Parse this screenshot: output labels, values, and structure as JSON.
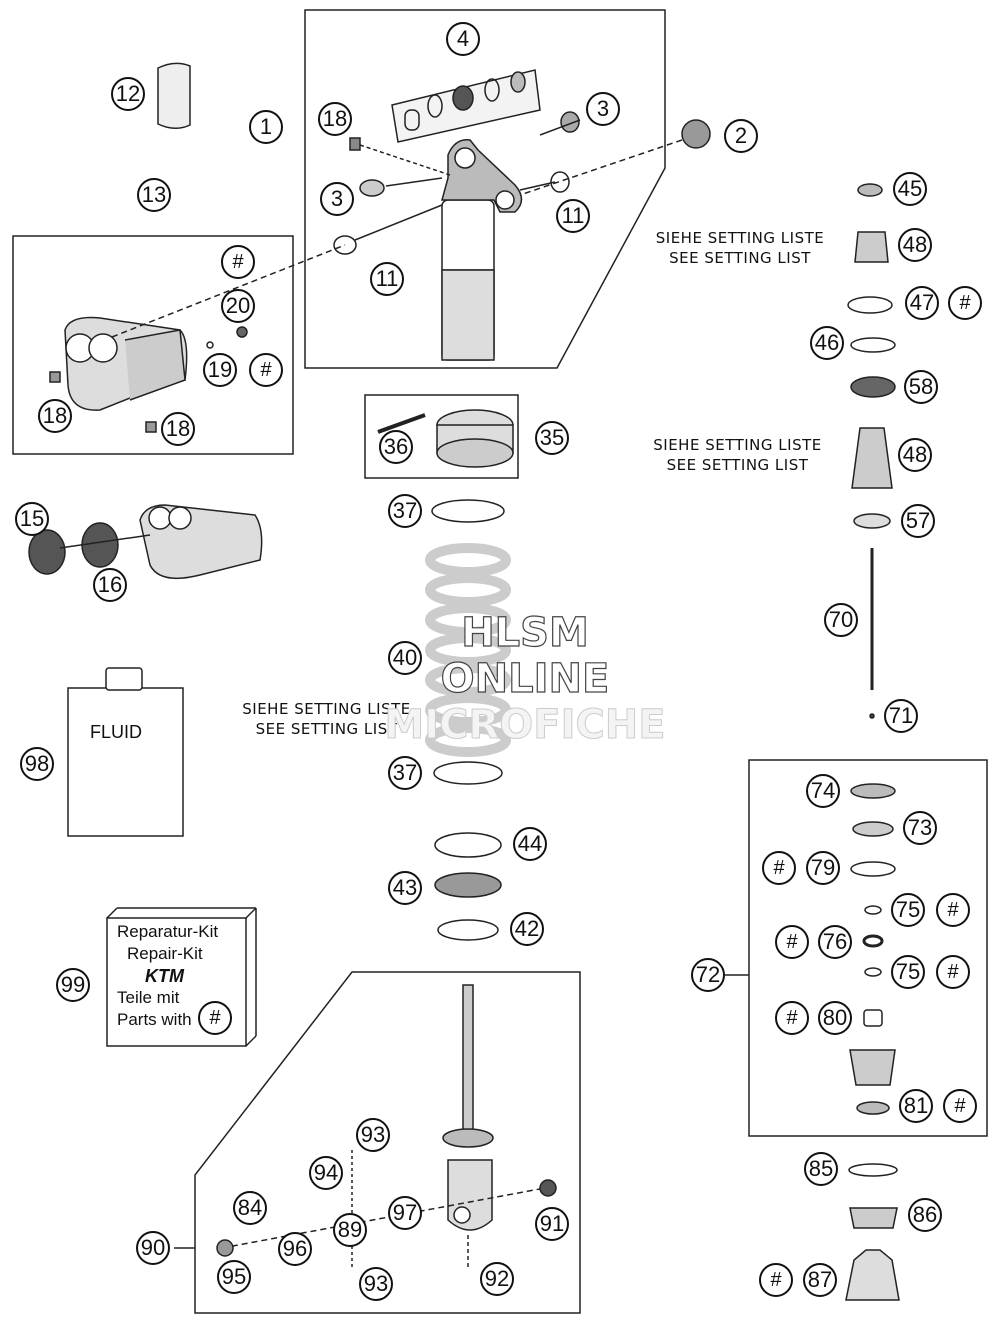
{
  "callouts": [
    {
      "text": "1"
    },
    {
      "text": "2"
    },
    {
      "text": "3"
    },
    {
      "text": "3"
    },
    {
      "text": "4"
    },
    {
      "text": "11"
    },
    {
      "text": "11"
    },
    {
      "text": "12"
    },
    {
      "text": "13"
    },
    {
      "text": "15"
    },
    {
      "text": "16"
    },
    {
      "text": "18"
    },
    {
      "text": "18"
    },
    {
      "text": "18"
    },
    {
      "text": "19"
    },
    {
      "text": "20"
    },
    {
      "text": "35"
    },
    {
      "text": "36"
    },
    {
      "text": "37"
    },
    {
      "text": "37"
    },
    {
      "text": "40"
    },
    {
      "text": "42"
    },
    {
      "text": "43"
    },
    {
      "text": "44"
    },
    {
      "text": "45"
    },
    {
      "text": "46"
    },
    {
      "text": "47"
    },
    {
      "text": "48"
    },
    {
      "text": "48"
    },
    {
      "text": "57"
    },
    {
      "text": "58"
    },
    {
      "text": "70"
    },
    {
      "text": "71"
    },
    {
      "text": "72"
    },
    {
      "text": "73"
    },
    {
      "text": "74"
    },
    {
      "text": "75"
    },
    {
      "text": "75"
    },
    {
      "text": "76"
    },
    {
      "text": "79"
    },
    {
      "text": "80"
    },
    {
      "text": "81"
    },
    {
      "text": "84"
    },
    {
      "text": "85"
    },
    {
      "text": "86"
    },
    {
      "text": "87"
    },
    {
      "text": "89"
    },
    {
      "text": "90"
    },
    {
      "text": "91"
    },
    {
      "text": "92"
    },
    {
      "text": "93"
    },
    {
      "text": "93"
    },
    {
      "text": "94"
    },
    {
      "text": "95"
    },
    {
      "text": "96"
    },
    {
      "text": "97"
    },
    {
      "text": "98"
    },
    {
      "text": "99"
    },
    {
      "text": "#"
    },
    {
      "text": "#"
    },
    {
      "text": "#"
    },
    {
      "text": "#"
    },
    {
      "text": "#"
    },
    {
      "text": "#"
    },
    {
      "text": "#"
    },
    {
      "text": "#"
    },
    {
      "text": "#"
    },
    {
      "text": "#"
    },
    {
      "text": "#"
    }
  ],
  "notes": {
    "setting_de": "SIEHE SETTING LISTE",
    "setting_en": "SEE SETTING LIST"
  },
  "fluid_label": "FLUID",
  "repair_kit": {
    "line1": "Reparatur-Kit",
    "line2": "Repair-Kit",
    "logo": "KTM",
    "line3": "Teile mit",
    "line4": "Parts with"
  },
  "watermark": {
    "line1": "HLSM",
    "line2": "ONLINE",
    "line3": "MICROFICHE"
  }
}
